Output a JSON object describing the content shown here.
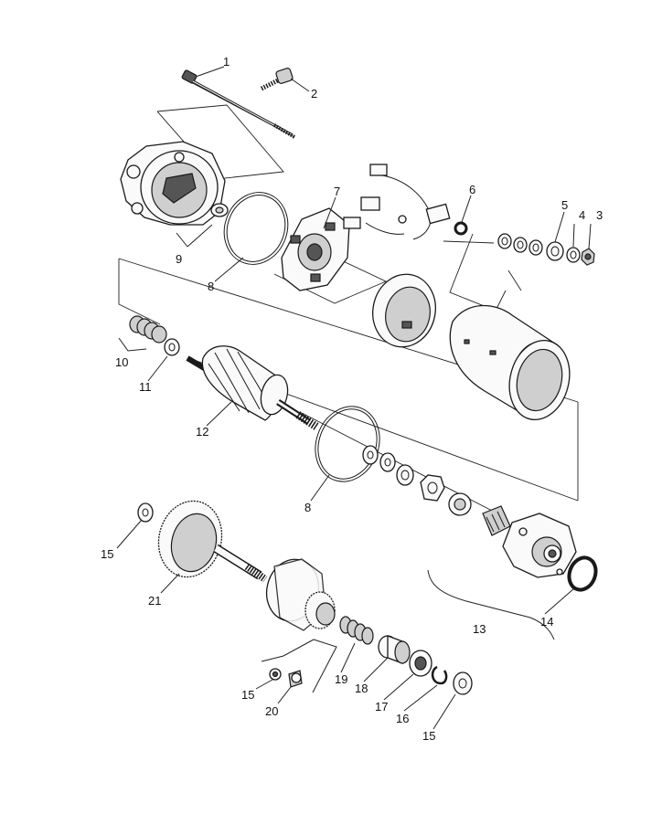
{
  "callouts": [
    {
      "id": "c1",
      "text": "1"
    },
    {
      "id": "c2",
      "text": "2"
    },
    {
      "id": "c3",
      "text": "3"
    },
    {
      "id": "c4",
      "text": "4"
    },
    {
      "id": "c5",
      "text": "5"
    },
    {
      "id": "c6",
      "text": "6"
    },
    {
      "id": "c7",
      "text": "7"
    },
    {
      "id": "c8a",
      "text": "8"
    },
    {
      "id": "c9",
      "text": "9"
    },
    {
      "id": "c10",
      "text": "10"
    },
    {
      "id": "c11",
      "text": "11"
    },
    {
      "id": "c12",
      "text": "12"
    },
    {
      "id": "c8b",
      "text": "8"
    },
    {
      "id": "c13",
      "text": "13"
    },
    {
      "id": "c14",
      "text": "14"
    },
    {
      "id": "c15a",
      "text": "15"
    },
    {
      "id": "c21",
      "text": "21"
    },
    {
      "id": "c15b",
      "text": "15"
    },
    {
      "id": "c20",
      "text": "20"
    },
    {
      "id": "c19",
      "text": "19"
    },
    {
      "id": "c18",
      "text": "18"
    },
    {
      "id": "c17",
      "text": "17"
    },
    {
      "id": "c16",
      "text": "16"
    },
    {
      "id": "c15c",
      "text": "15"
    }
  ]
}
